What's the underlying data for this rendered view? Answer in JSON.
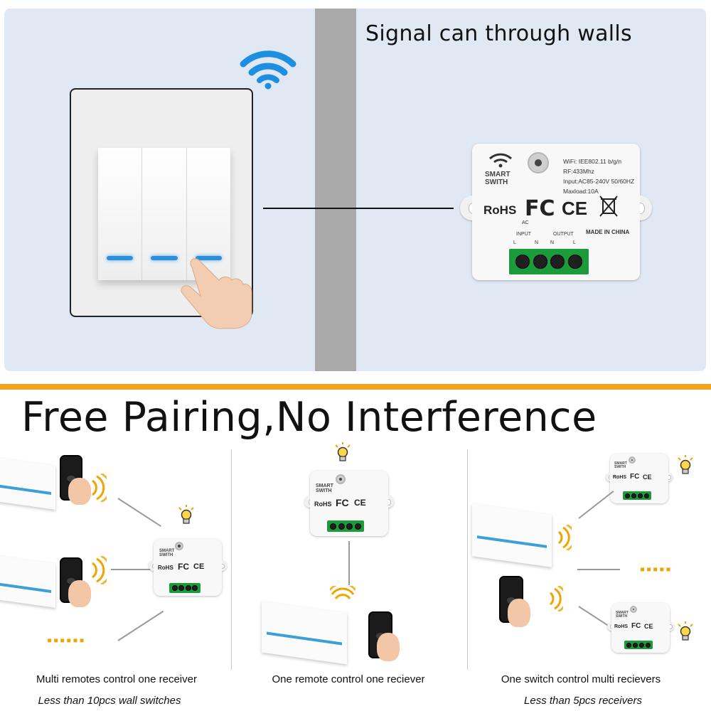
{
  "top": {
    "heading": "Signal can through walls",
    "receiver": {
      "brand_line1": "SMART",
      "brand_line2": "SWITH",
      "spec_lines": [
        "WiFi: IEE802.11 b/g/n",
        "RF:433Mhz",
        "Input:AC85-240V 50/60HZ",
        "Maxload:10A"
      ],
      "marks": [
        "RoHS",
        "FC",
        "CE"
      ],
      "ac_label": "AC",
      "input_label": "INPUT",
      "output_label": "OUTPUT",
      "terminal_letters": [
        "L",
        "N",
        "N",
        "L"
      ],
      "made_in": "MADE IN CHINA"
    }
  },
  "section_title": "Free Pairing,No Interference",
  "columns": [
    {
      "caption": "Multi remotes control one receiver",
      "subcaption": "Less than 10pcs wall switches"
    },
    {
      "caption": "One remote control one reciever",
      "subcaption": ""
    },
    {
      "caption": "One switch control multi recievers",
      "subcaption": "Less than 5pcs receivers"
    }
  ],
  "colors": {
    "panel_bg": "#dfe8f3",
    "wall": "#aaaaaa",
    "accent_gold": "#f3a51b",
    "wifi_blue": "#1e8fe0",
    "led_blue": "#2f8ed8",
    "terminal_green": "#1c9b3c"
  },
  "icons": [
    "wifi-icon",
    "bulb-icon",
    "signal-wave-icon",
    "finger-icon"
  ]
}
